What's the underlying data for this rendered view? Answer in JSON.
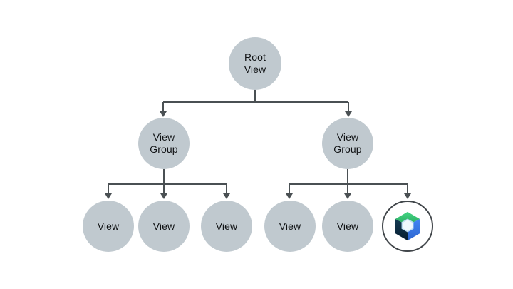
{
  "diagram": {
    "nodes": {
      "root": {
        "label": "Root View"
      },
      "group_left": {
        "label": "View Group"
      },
      "group_right": {
        "label": "View Group"
      },
      "leaf_1": {
        "label": "View"
      },
      "leaf_2": {
        "label": "View"
      },
      "leaf_3": {
        "label": "View"
      },
      "leaf_4": {
        "label": "View"
      },
      "leaf_5": {
        "label": "View"
      },
      "leaf_6": {
        "label": "",
        "icon": "jetpack-compose-icon"
      }
    },
    "edges": [
      {
        "from": "root",
        "to": "group_left"
      },
      {
        "from": "root",
        "to": "group_right"
      },
      {
        "from": "group_left",
        "to": "leaf_1"
      },
      {
        "from": "group_left",
        "to": "leaf_2"
      },
      {
        "from": "group_left",
        "to": "leaf_3"
      },
      {
        "from": "group_right",
        "to": "leaf_4"
      },
      {
        "from": "group_right",
        "to": "leaf_5"
      },
      {
        "from": "group_right",
        "to": "leaf_6"
      }
    ],
    "colors": {
      "background": "#FFFFFF",
      "node_fill": "#C0C9CF",
      "connector": "#4A5053",
      "text": "#101214",
      "compose_ring": "#41464A",
      "compose_green_light": "#43D483",
      "compose_green_dark": "#2FB267",
      "compose_blue_light": "#4285F4",
      "compose_blue_dark": "#2D66D0",
      "compose_navy": "#0B2840",
      "compose_hex_fill": "#F0F8FE",
      "compose_hex_edge": "#BFDDF3"
    }
  }
}
